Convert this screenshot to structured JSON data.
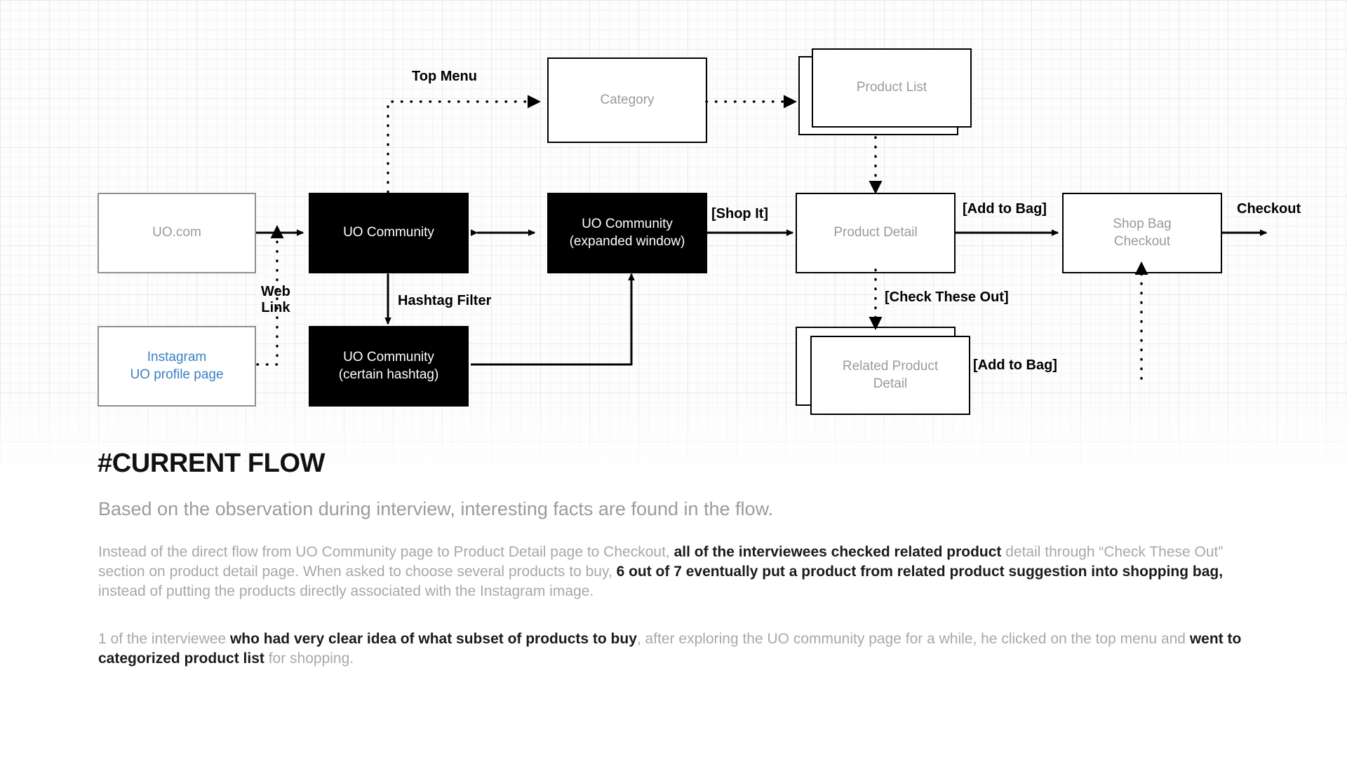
{
  "diagram": {
    "title": "Current Flow diagram",
    "nodes": [
      {
        "id": "uo-com",
        "label": "UO.com",
        "style": "white-gray"
      },
      {
        "id": "instagram",
        "label": "Instagram\nUO profile page",
        "style": "link"
      },
      {
        "id": "uo-community",
        "label": "UO Community",
        "style": "black"
      },
      {
        "id": "uo-community-hashtag",
        "label": "UO Community\n(certain hashtag)",
        "style": "black"
      },
      {
        "id": "uo-community-expanded",
        "label": "UO Community\n(expanded window)",
        "style": "black"
      },
      {
        "id": "category",
        "label": "Category",
        "style": "white"
      },
      {
        "id": "product-list",
        "label": "Product List",
        "style": "white-stacked"
      },
      {
        "id": "product-detail",
        "label": "Product  Detail",
        "style": "white"
      },
      {
        "id": "related-product-detail",
        "label": "Related Product\nDetail",
        "style": "white-stacked"
      },
      {
        "id": "shop-bag-checkout",
        "label": "Shop Bag\nCheckout",
        "style": "white"
      }
    ],
    "edge_labels": [
      {
        "id": "top-menu",
        "text": "Top Menu"
      },
      {
        "id": "web-link",
        "text": "Web\nLink"
      },
      {
        "id": "hashtag-filter",
        "text": "Hashtag Filter"
      },
      {
        "id": "shop-it",
        "text": "[Shop It]"
      },
      {
        "id": "add-to-bag-1",
        "text": "[Add to Bag]"
      },
      {
        "id": "check-these-out",
        "text": "[Check These Out]"
      },
      {
        "id": "add-to-bag-2",
        "text": "[Add to Bag]"
      },
      {
        "id": "checkout",
        "text": "Checkout"
      }
    ],
    "colors": {
      "node_black": "#000000",
      "node_white": "#ffffff",
      "node_border_gray": "#8f8f8f",
      "node_text_gray": "#9a9a9a",
      "link_blue": "#3b7fc4",
      "grid_line": "#e9e9e9"
    }
  },
  "content": {
    "headline": "#CURRENT FLOW",
    "subhead": "Based on the observation during interview, interesting facts are found in the flow.",
    "paragraph1": [
      {
        "text": "Instead of the direct flow from UO Community page to Product Detail page to Checkout, ",
        "bold": false
      },
      {
        "text": "all of the interviewees checked related product",
        "bold": true
      },
      {
        "text": " detail through “Check These Out” section on product detail page. When asked to choose several products to buy, ",
        "bold": false
      },
      {
        "text": "6 out of 7 eventually put a product from related product suggestion into shopping bag,",
        "bold": true
      },
      {
        "text": " instead of putting the products directly associated with the Instagram image.",
        "bold": false
      }
    ],
    "paragraph2": [
      {
        "text": "1 of the interviewee ",
        "bold": false
      },
      {
        "text": "who had very clear idea of what subset of products to buy",
        "bold": true
      },
      {
        "text": ", after exploring the UO community page for a while, he clicked on the top menu and ",
        "bold": false
      },
      {
        "text": "went to categorized product list",
        "bold": true
      },
      {
        "text": " for shopping.",
        "bold": false
      }
    ]
  }
}
